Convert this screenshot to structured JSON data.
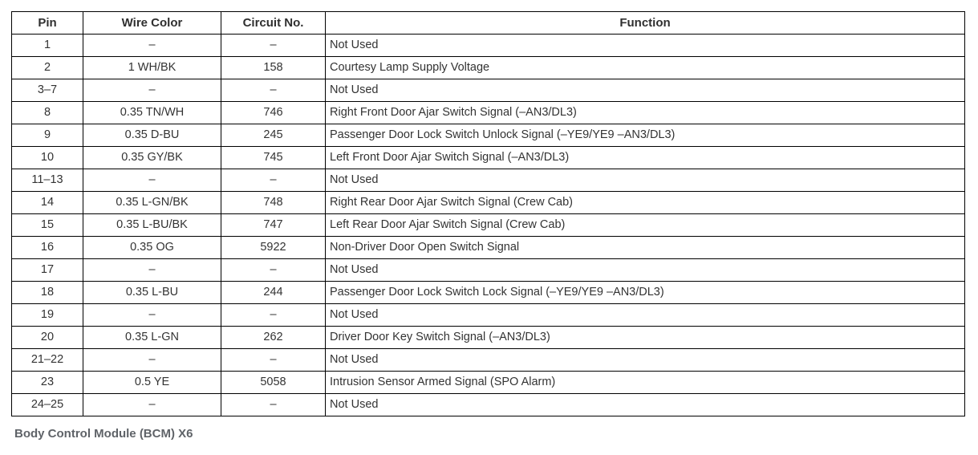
{
  "table": {
    "headers": [
      "Pin",
      "Wire Color",
      "Circuit No.",
      "Function"
    ],
    "rows": [
      {
        "pin": "1",
        "wire_color": "–",
        "circuit_no": "–",
        "function": "Not Used"
      },
      {
        "pin": "2",
        "wire_color": "1 WH/BK",
        "circuit_no": "158",
        "function": "Courtesy Lamp Supply Voltage"
      },
      {
        "pin": "3–7",
        "wire_color": "–",
        "circuit_no": "–",
        "function": "Not Used"
      },
      {
        "pin": "8",
        "wire_color": "0.35 TN/WH",
        "circuit_no": "746",
        "function": "Right Front Door Ajar Switch Signal (–AN3/DL3)"
      },
      {
        "pin": "9",
        "wire_color": "0.35 D-BU",
        "circuit_no": "245",
        "function": "Passenger Door Lock Switch Unlock Signal (–YE9/YE9 –AN3/DL3)"
      },
      {
        "pin": "10",
        "wire_color": "0.35 GY/BK",
        "circuit_no": "745",
        "function": "Left Front Door Ajar Switch Signal (–AN3/DL3)"
      },
      {
        "pin": "11–13",
        "wire_color": "–",
        "circuit_no": "–",
        "function": "Not Used"
      },
      {
        "pin": "14",
        "wire_color": "0.35 L-GN/BK",
        "circuit_no": "748",
        "function": "Right Rear Door Ajar Switch Signal (Crew Cab)"
      },
      {
        "pin": "15",
        "wire_color": "0.35 L-BU/BK",
        "circuit_no": "747",
        "function": "Left Rear Door Ajar Switch Signal (Crew Cab)"
      },
      {
        "pin": "16",
        "wire_color": "0.35 OG",
        "circuit_no": "5922",
        "function": "Non-Driver Door Open Switch Signal"
      },
      {
        "pin": "17",
        "wire_color": "–",
        "circuit_no": "–",
        "function": "Not Used"
      },
      {
        "pin": "18",
        "wire_color": "0.35 L-BU",
        "circuit_no": "244",
        "function": "Passenger Door Lock Switch Lock Signal (–YE9/YE9 –AN3/DL3)"
      },
      {
        "pin": "19",
        "wire_color": "–",
        "circuit_no": "–",
        "function": "Not Used"
      },
      {
        "pin": "20",
        "wire_color": "0.35 L-GN",
        "circuit_no": "262",
        "function": "Driver Door Key Switch Signal (–AN3/DL3)"
      },
      {
        "pin": "21–22",
        "wire_color": "–",
        "circuit_no": "–",
        "function": "Not Used"
      },
      {
        "pin": "23",
        "wire_color": "0.5 YE",
        "circuit_no": "5058",
        "function": "Intrusion Sensor Armed Signal (SPO Alarm)"
      },
      {
        "pin": "24–25",
        "wire_color": "–",
        "circuit_no": "–",
        "function": "Not Used"
      }
    ]
  },
  "caption": "Body Control Module (BCM) X6",
  "colors": {
    "border": "#000000",
    "text": "#333333",
    "caption_text": "#5f6368",
    "background": "#ffffff"
  }
}
